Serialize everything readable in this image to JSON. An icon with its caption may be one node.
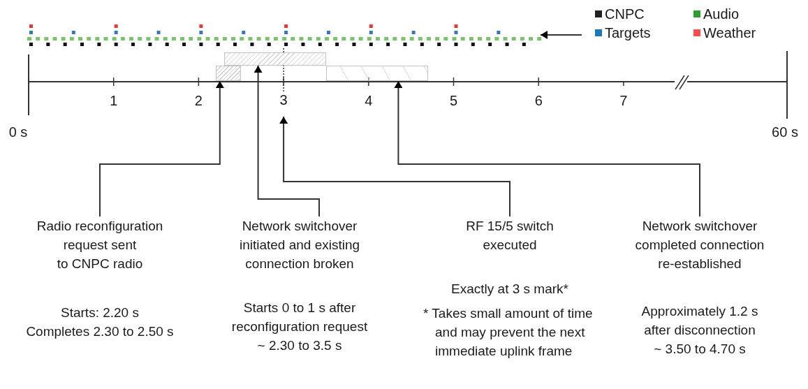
{
  "diagram": {
    "nodes": [
      {
        "text": [],
        "shape": "picture"
      },
      {
        "text": [],
        "shape": "bar"
      },
      {
        "text": [],
        "shape": "bar"
      },
      {
        "text": [],
        "shape": "bar"
      },
      {
        "text": [
          "3"
        ]
      },
      {
        "text": [
          "Radio reconfiguration request sent to CNPC radio",
          "Starts: 2.20 s",
          "Completes 2.30 to 2.50 s"
        ]
      },
      {
        "text": [
          "Network switchover initiated and existing connection broken",
          "Starts 0 to 1 s after reconfiguration request ~ 2.30 to 3.5 s"
        ]
      },
      {
        "text": [
          "RF 15/5 switch executed",
          "Exactly at 3 s mark*",
          "* Takes small amount of time and may prevent the next immediate uplink frame"
        ]
      },
      {
        "text": [
          "Network switchover completed connection re-established",
          "Approximately 1.2 s after disconnection",
          "~ 3.50 to 4.70 s"
        ]
      }
    ],
    "edges": [
      {
        "from": 5,
        "to": 1,
        "arrow": "to"
      },
      {
        "from": 6,
        "to": 2,
        "arrow": "to"
      },
      {
        "from": 7,
        "to": 4,
        "arrow": "to"
      },
      {
        "from": 8,
        "to": 3,
        "arrow": "to"
      },
      {
        "from": null,
        "to": 0,
        "arrow": "to"
      },
      {
        "from": 4,
        "to": 2,
        "arrow": "none",
        "style": "dashed"
      },
      {
        "from": 2,
        "to": 0,
        "arrow": "none",
        "style": "dashed"
      }
    ],
    "labels": [
      "1",
      "2",
      "4",
      "5",
      "6",
      "7",
      "0 s",
      "60 s"
    ],
    "legend": [
      {
        "text": "CNPC",
        "color": "#222222"
      },
      {
        "text": "Audio",
        "color": "#2ca02c"
      },
      {
        "text": "Targets",
        "color": "#1f77b4"
      },
      {
        "text": "Weather",
        "color": "#ff4d4d"
      }
    ]
  }
}
